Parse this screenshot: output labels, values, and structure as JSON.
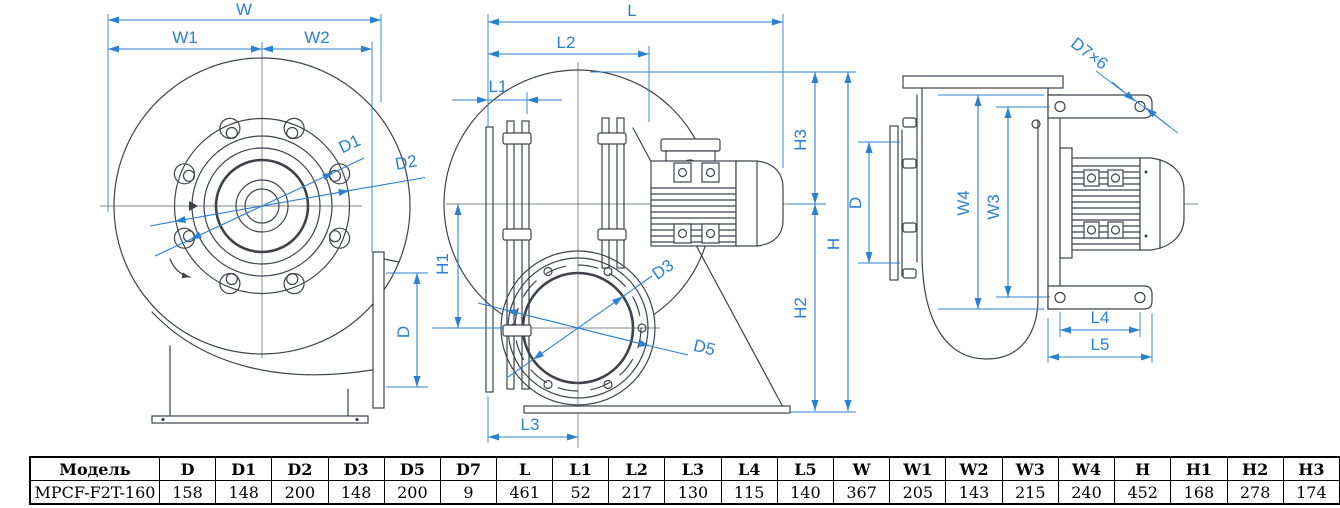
{
  "colors": {
    "dimension_blue": "#2b80d2",
    "drawing_line": "#3e434a",
    "background": "#ffffff"
  },
  "views": {
    "front": {
      "labels": {
        "w": "W",
        "w1": "W1",
        "w2": "W2",
        "d1": "D1",
        "d2": "D2",
        "d": "D"
      }
    },
    "side": {
      "labels": {
        "l": "L",
        "l1": "L1",
        "l2": "L2",
        "l3": "L3",
        "h1": "H1",
        "d3": "D3",
        "d5": "D5",
        "h3": "H3",
        "h": "H",
        "h2": "H2"
      }
    },
    "rear": {
      "labels": {
        "d7x6": "D7×6",
        "d": "D",
        "w4": "W4",
        "w3": "W3",
        "l4": "L4",
        "l5": "L5"
      }
    }
  },
  "table": {
    "columns": [
      "Модель",
      "D",
      "D1",
      "D2",
      "D3",
      "D5",
      "D7",
      "L",
      "L1",
      "L2",
      "L3",
      "L4",
      "L5",
      "W",
      "W1",
      "W2",
      "W3",
      "W4",
      "H",
      "H1",
      "H2",
      "H3"
    ],
    "rows": [
      [
        "MPCF-F2T-160",
        "158",
        "148",
        "200",
        "148",
        "200",
        "9",
        "461",
        "52",
        "217",
        "130",
        "115",
        "140",
        "367",
        "205",
        "143",
        "215",
        "240",
        "452",
        "168",
        "278",
        "174"
      ]
    ]
  }
}
